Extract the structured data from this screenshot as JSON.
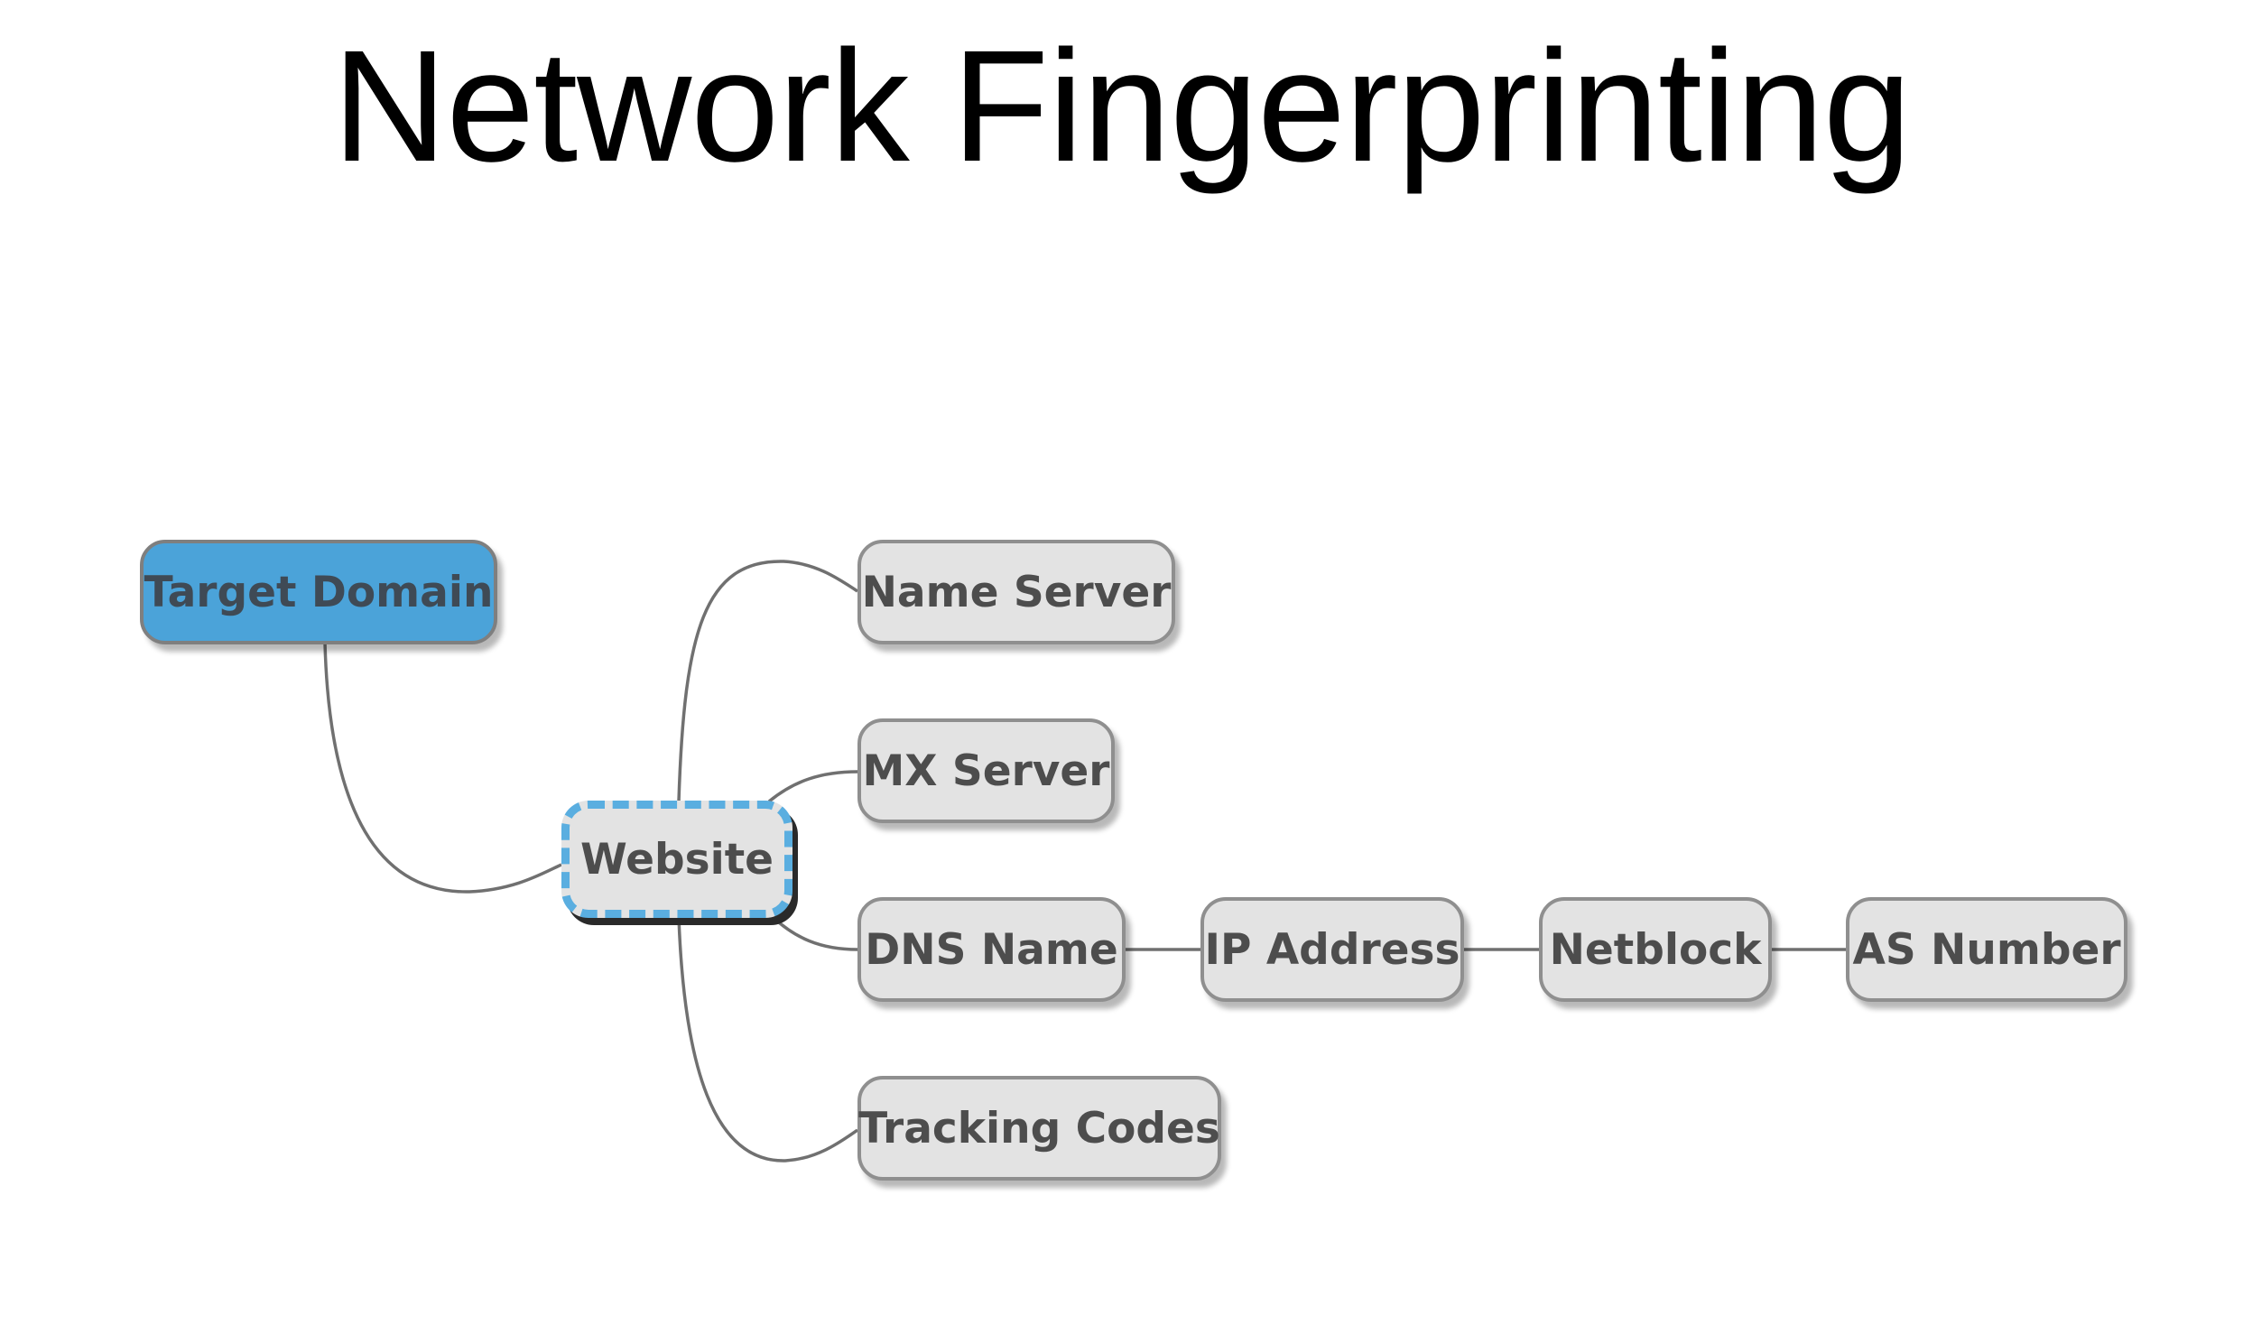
{
  "title": "Network Fingerprinting",
  "diagram": {
    "root": {
      "label": "Target Domain"
    },
    "hub": {
      "label": "Website"
    },
    "branches": [
      {
        "label": "Name Server"
      },
      {
        "label": "MX Server"
      },
      {
        "label": "DNS Name"
      },
      {
        "label": "Tracking Codes"
      }
    ],
    "chain": [
      {
        "label": "IP Address"
      },
      {
        "label": "Netblock"
      },
      {
        "label": "AS Number"
      }
    ],
    "colors": {
      "root_fill": "#4ba3d9",
      "node_fill": "#e3e3e3",
      "node_border": "#8f8f8f",
      "selected_border": "#5aaee0",
      "connector": "#707070",
      "label_text": "#4d4d4d"
    }
  }
}
